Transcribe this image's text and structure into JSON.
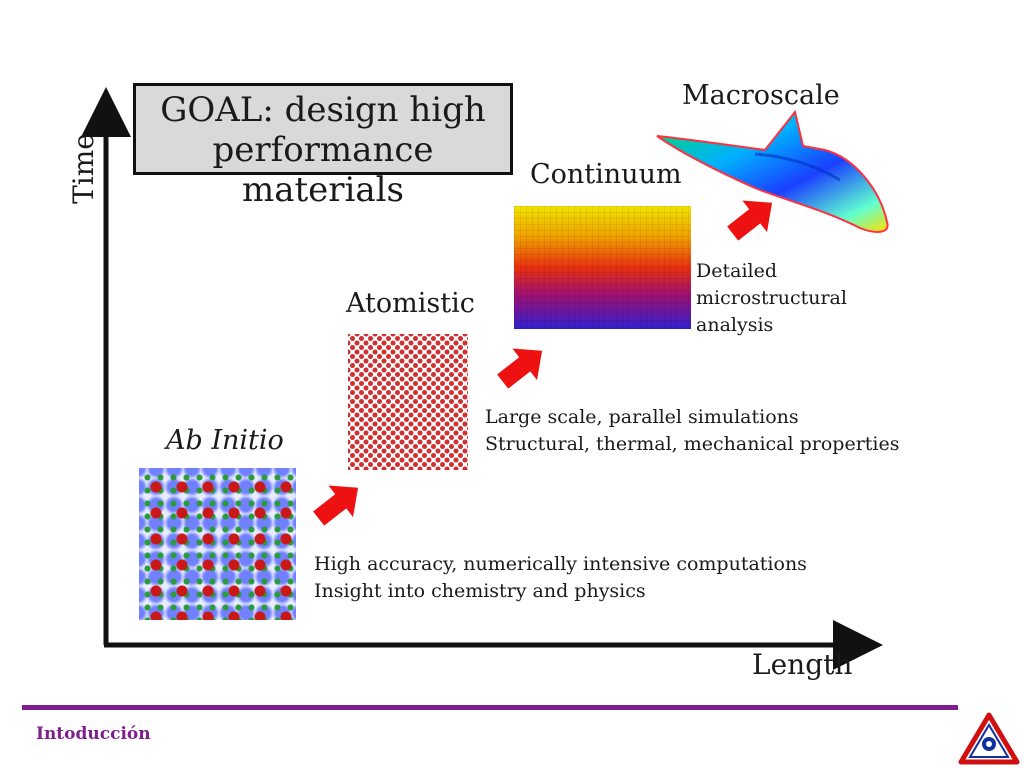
{
  "goal": {
    "line1": "GOAL: design high",
    "line2": "performance materials"
  },
  "axes": {
    "y_label": "Time",
    "x_label": "Length"
  },
  "scales": {
    "macroscale": {
      "title": "Macroscale"
    },
    "continuum": {
      "title": "Continuum",
      "desc": [
        "Detailed",
        "microstructural",
        "analysis"
      ]
    },
    "atomistic": {
      "title": "Atomistic",
      "desc": [
        "Large scale, parallel simulations",
        "Structural, thermal, mechanical properties"
      ]
    },
    "ab_initio": {
      "title": "Ab Initio",
      "desc": [
        "High accuracy, numerically intensive computations",
        "Insight into chemistry and physics"
      ]
    }
  },
  "footer": {
    "text": "Intoducción"
  },
  "colors": {
    "arrow_red": "#ee1111",
    "footer_purple": "#7f1f8f",
    "goal_box_fill": "#d9d9d9"
  },
  "icons": [
    "aircraft-icon",
    "institution-logo-icon"
  ]
}
